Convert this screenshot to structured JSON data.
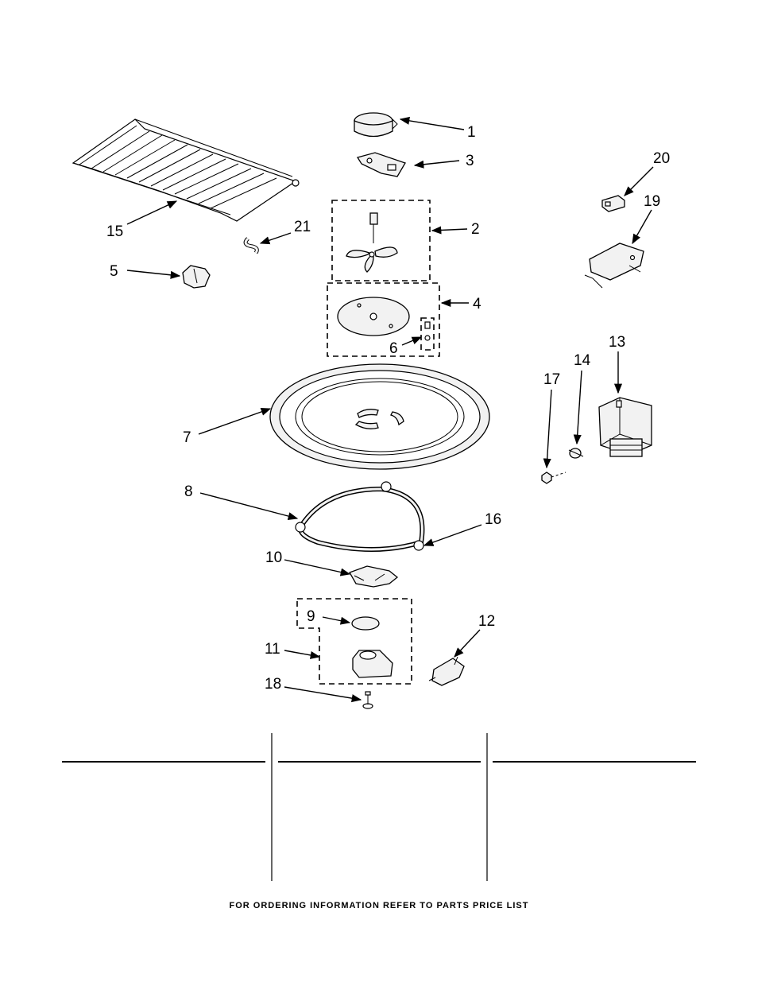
{
  "callouts": {
    "c1": "1",
    "c2": "2",
    "c3": "3",
    "c4": "4",
    "c5": "5",
    "c6": "6",
    "c7": "7",
    "c8": "8",
    "c9": "9",
    "c10": "10",
    "c11": "11",
    "c12": "12",
    "c13": "13",
    "c14": "14",
    "c15": "15",
    "c16": "16",
    "c17": "17",
    "c18": "18",
    "c19": "19",
    "c20": "20",
    "c21": "21"
  },
  "footer": {
    "note": "FOR ORDERING INFORMATION REFER TO PARTS PRICE LIST"
  }
}
